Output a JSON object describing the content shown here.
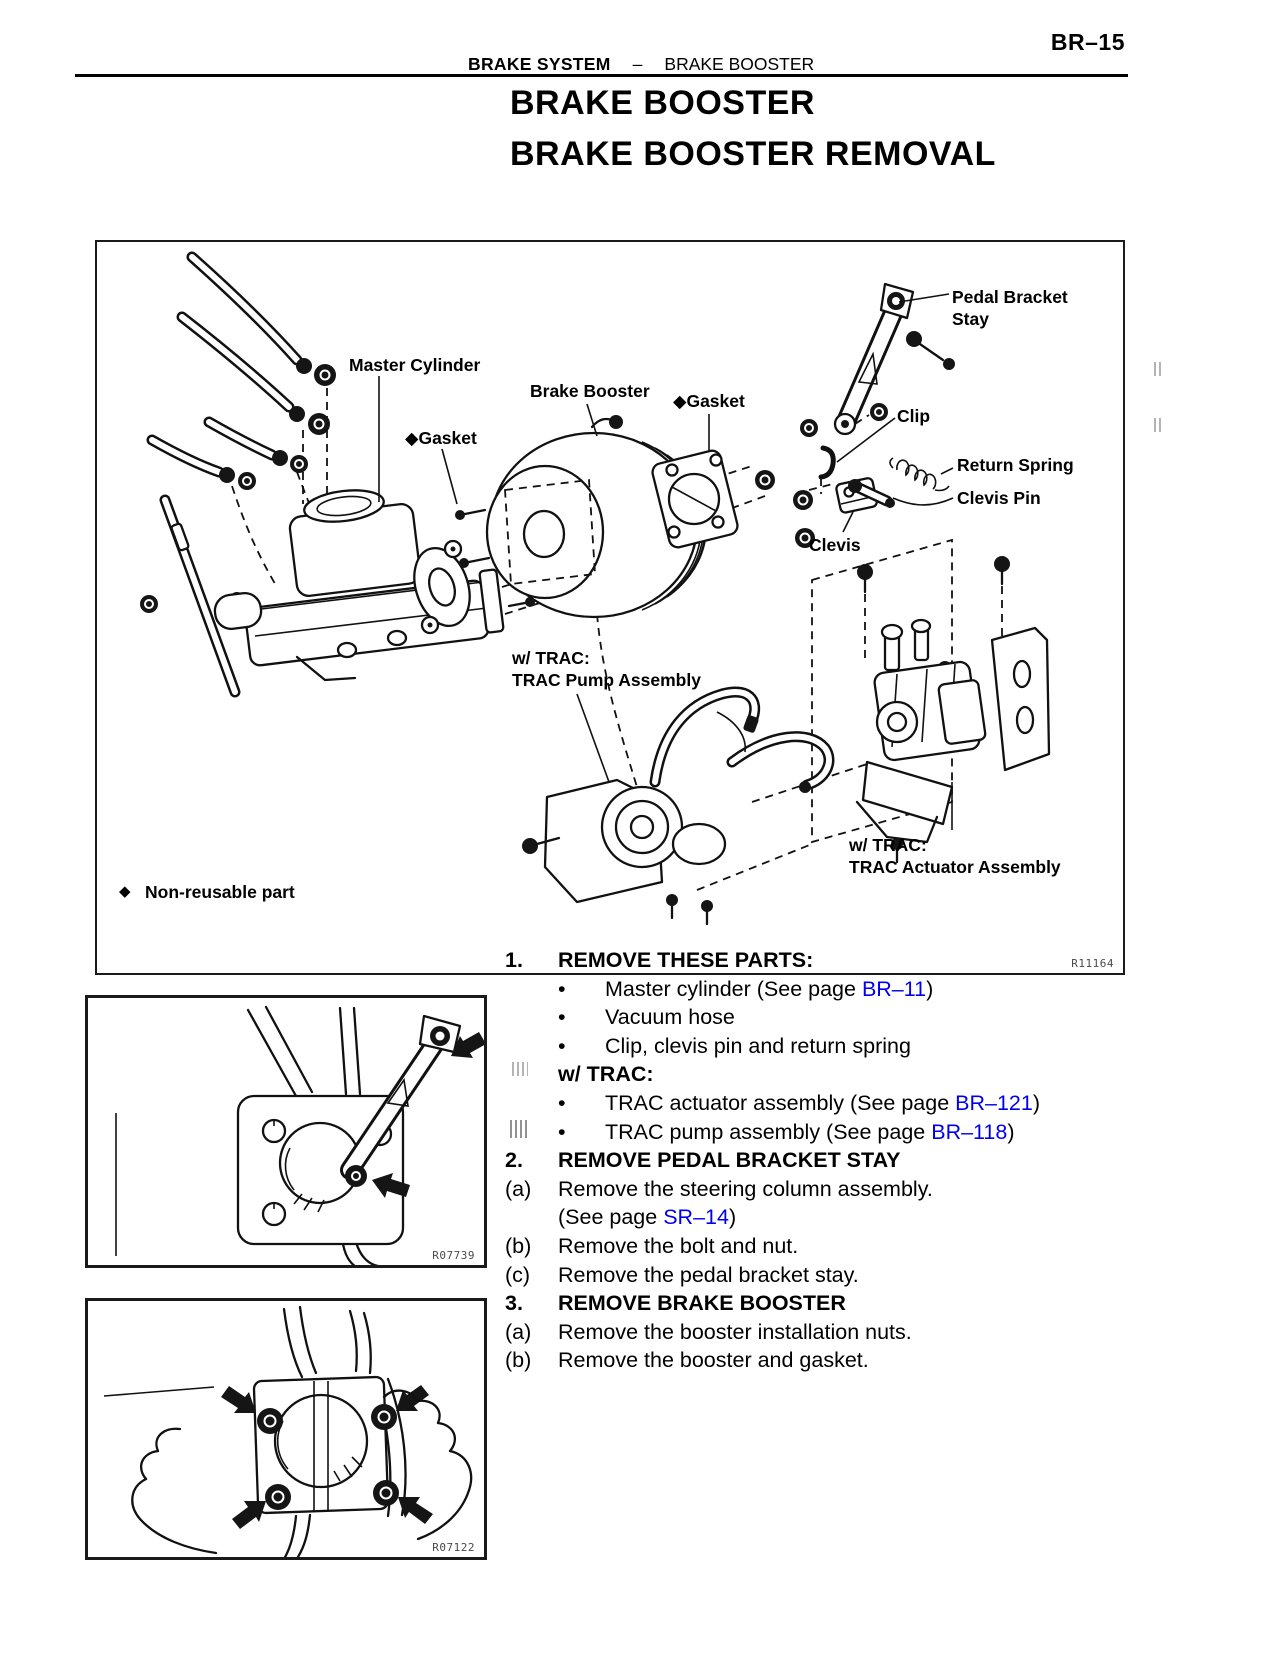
{
  "page": {
    "number": "BR–15"
  },
  "header": {
    "section": "BRAKE SYSTEM",
    "separator": "–",
    "subsection": "BRAKE BOOSTER"
  },
  "title": "BRAKE BOOSTER",
  "subtitle": "BRAKE BOOSTER REMOVAL",
  "colors": {
    "link": "#0000EE",
    "ink": "#000000"
  },
  "main_figure": {
    "labels": {
      "pedal_bracket_stay_1": "Pedal Bracket",
      "pedal_bracket_stay_2": "Stay",
      "master_cylinder": "Master Cylinder",
      "brake_booster": "Brake Booster",
      "gasket_right": "◆Gasket",
      "clip": "Clip",
      "return_spring": "Return Spring",
      "clevis_pin": "Clevis Pin",
      "clevis": "Clevis",
      "gasket_left": "◆Gasket",
      "trac_pump_1": "w/ TRAC:",
      "trac_pump_2": "TRAC Pump Assembly",
      "trac_actuator_1": "w/ TRAC:",
      "trac_actuator_2": "TRAC Actuator Assembly"
    },
    "note": {
      "symbol": "◆",
      "text": "Non-reusable part"
    },
    "figure_code": "R11164"
  },
  "figure_pedal_stay": {
    "figure_code": "R07739"
  },
  "figure_booster_nuts": {
    "figure_code": "R07122"
  },
  "instructions": {
    "lines": [
      {
        "marker": "1.",
        "pre": "REMOVE THESE PARTS:",
        "link": "",
        "post": ""
      },
      {
        "marker": "•",
        "pre": "Master cylinder (See page ",
        "link": "BR–11",
        "post": ")"
      },
      {
        "marker": "•",
        "pre": "Vacuum hose",
        "link": "",
        "post": ""
      },
      {
        "marker": "•",
        "pre": "Clip, clevis pin and return spring",
        "link": "",
        "post": ""
      },
      {
        "marker": "",
        "pre": "w/ TRAC:",
        "link": "",
        "post": ""
      },
      {
        "marker": "•",
        "pre": "TRAC actuator assembly (See page ",
        "link": "BR–121",
        "post": ")"
      },
      {
        "marker": "•",
        "pre": "TRAC pump assembly (See page ",
        "link": "BR–118",
        "post": ")"
      },
      {
        "marker": "2.",
        "pre": "REMOVE PEDAL BRACKET STAY",
        "link": "",
        "post": ""
      },
      {
        "marker": "(a)",
        "pre": "Remove the steering column assembly.",
        "link": "",
        "post": ""
      },
      {
        "marker": "",
        "pre": "(See page ",
        "link": "SR–14",
        "post": ")"
      },
      {
        "marker": "(b)",
        "pre": "Remove the bolt and nut.",
        "link": "",
        "post": ""
      },
      {
        "marker": "(c)",
        "pre": "Remove the pedal bracket stay.",
        "link": "",
        "post": ""
      },
      {
        "marker": "3.",
        "pre": "REMOVE BRAKE BOOSTER",
        "link": "",
        "post": ""
      },
      {
        "marker": "(a)",
        "pre": "Remove the booster installation nuts.",
        "link": "",
        "post": ""
      },
      {
        "marker": "(b)",
        "pre": "Remove the booster and gasket.",
        "link": "",
        "post": ""
      }
    ]
  }
}
